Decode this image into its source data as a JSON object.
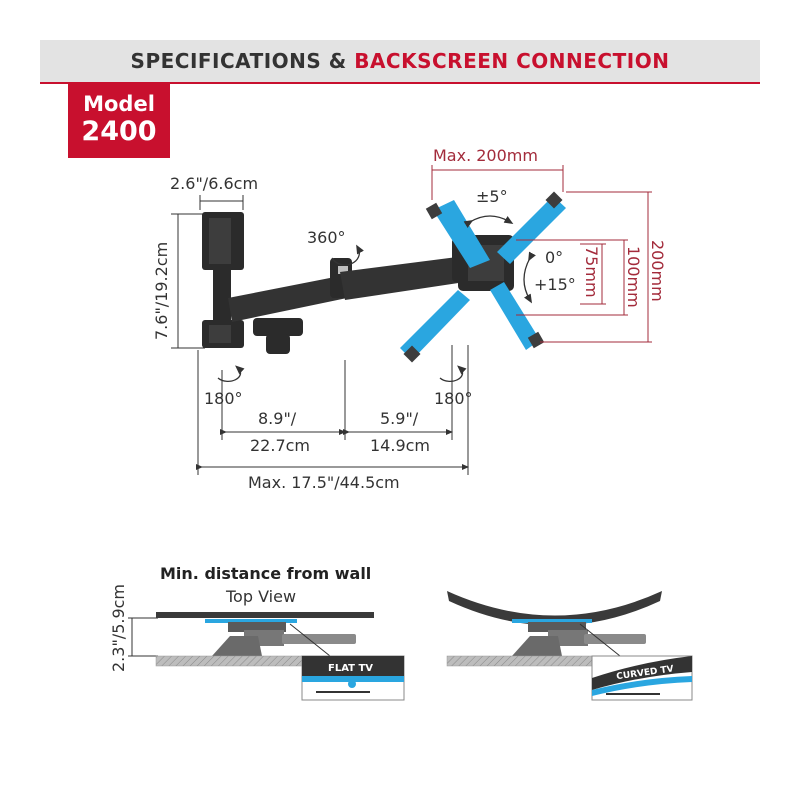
{
  "header": {
    "part1": "SPECIFICATIONS & ",
    "part2": "BACKSCREEN CONNECTION"
  },
  "model": {
    "label": "Model",
    "number": "2400"
  },
  "dimensions": {
    "depth": "2.6\"/6.6cm",
    "height": "7.6\"/19.2cm",
    "rotation_360": "360°",
    "tilt_side": "±5°",
    "tilt_0": "0°",
    "tilt_15": "+15°",
    "max_200_top": "Max. 200mm",
    "vesa_75": "75mm",
    "vesa_100": "100mm",
    "vesa_200": "200mm",
    "swivel_left": "180°",
    "swivel_right": "180°",
    "arm1_in": "8.9\"/",
    "arm1_cm": "22.7cm",
    "arm2_in": "5.9\"/",
    "arm2_cm": "14.9cm",
    "max_extension": "Max. 17.5\"/44.5cm"
  },
  "wall_section": {
    "title": "Min. distance from wall",
    "subtitle": "Top View",
    "distance": "2.3\"/5.9cm",
    "flat_label": "FLAT TV",
    "curved_label": "CURVED TV"
  },
  "colors": {
    "accent": "#c8102e",
    "bracket_blue": "#2aa6e0",
    "mount_dark": "#2b2b2b",
    "dim_red": "#a32b3b"
  }
}
